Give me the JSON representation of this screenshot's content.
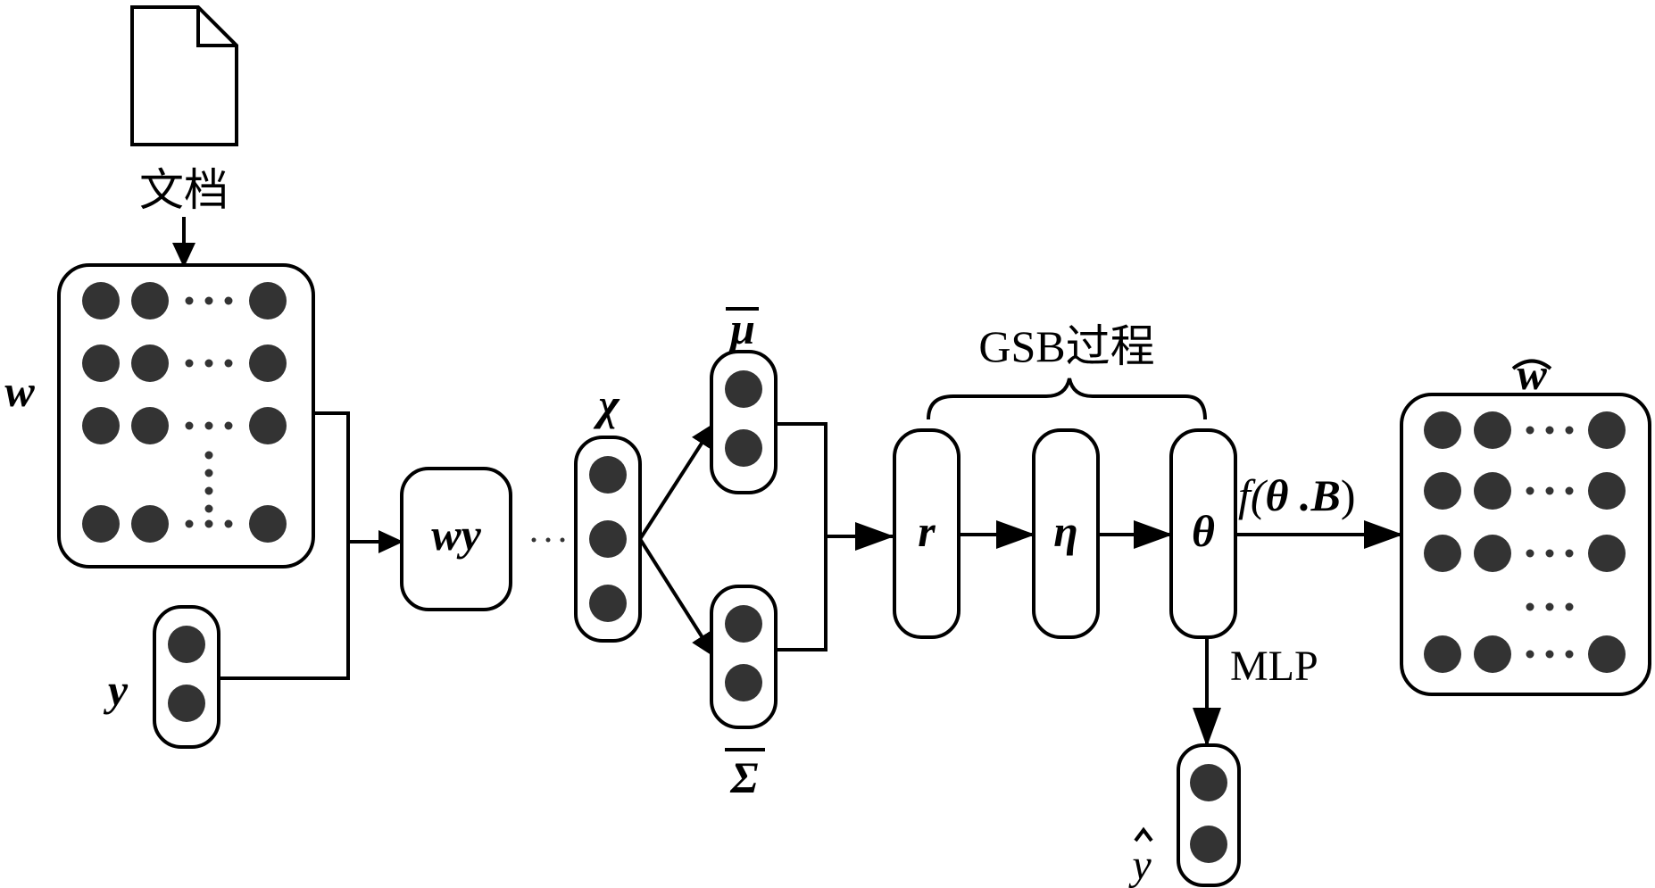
{
  "labels": {
    "document": "文档",
    "w": "w",
    "y": "y",
    "wy": "wy",
    "chi": "χ",
    "mu": "μ",
    "sigma": "Σ",
    "gsb": "GSB过程",
    "r": "r",
    "eta": "η",
    "theta": "θ",
    "f_open": "f(",
    "f_theta": "θ",
    "f_dot_b": " .B",
    "f_close": ")",
    "mlp": "MLP",
    "w_hat": "w",
    "y_hat": "y"
  },
  "colors": {
    "dot": "#333333",
    "stroke": "#000000"
  }
}
